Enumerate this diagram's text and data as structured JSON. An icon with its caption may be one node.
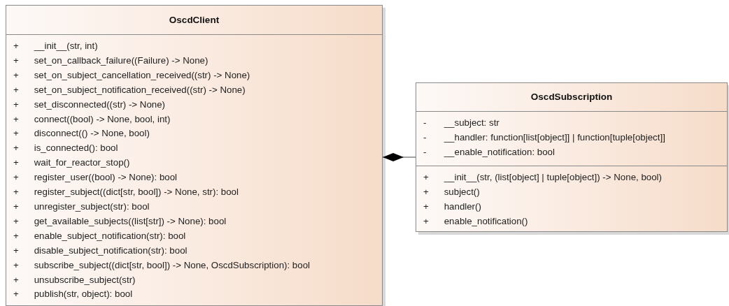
{
  "diagram": {
    "nodes": [
      {
        "text": [
          "OscdClient"
        ]
      },
      {
        "text": [
          "+ __init__(str, int)",
          "+ set_on_callback_failure((Failure) -> None)",
          "+ set_on_subject_cancellation_received((str) -> None)",
          "+ set_on_subject_notification_received((str) -> None)",
          "+ set_disconnected((str) -> None)",
          "+ connect((bool) -> None, bool, int)",
          "+ disconnect(() -> None, bool)",
          "+ is_connected(): bool",
          "+ wait_for_reactor_stop()",
          "+ register_user((bool) -> None): bool",
          "+ register_subject((dict[str, bool]) -> None, str): bool",
          "+ unregister_subject(str): bool",
          "+ get_available_subjects((list[str]) -> None): bool",
          "+ enable_subject_notification(str): bool",
          "+ disable_subject_notification(str): bool",
          "+ subscribe_subject((dict[str, bool]) -> None, OscdSubscription): bool",
          "+ unsubscribe_subject(str)",
          "+ publish(str, object): bool"
        ],
        "in": 0
      },
      {
        "text": [
          "OscdSubscription"
        ]
      },
      {
        "text": [
          "- __subject: str",
          "- __handler: function[list[object]] | function[tuple[object]]",
          "- __enable_notification: bool"
        ],
        "in": 2
      },
      {
        "text": [
          "+ __init__(str, (list[object] | tuple[object]) -> None, bool)",
          "+ subject()",
          "+ handler()",
          "+ enable_notification()"
        ],
        "in": 2
      }
    ],
    "edges": [
      {
        "from": 2,
        "to": 0,
        "arrow": "other"
      }
    ]
  }
}
